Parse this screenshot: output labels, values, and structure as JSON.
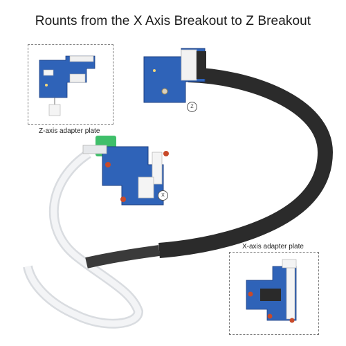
{
  "title": "Rounts from the X Axis Breakout to Z Breakout",
  "callouts": {
    "z_caption": "Z-axis adapter plate",
    "x_caption": "X-axis adapter plate"
  },
  "markers": {
    "z": "Z",
    "x": "X"
  },
  "colors": {
    "pcb_blue": "#2f63b8",
    "pcb_dark": "#1f4a94",
    "ribbon_black": "#2a2a2a",
    "ribbon_white": "#e7e9ec",
    "connector_white": "#f4f4f4",
    "green_part": "#3fbf6a"
  }
}
